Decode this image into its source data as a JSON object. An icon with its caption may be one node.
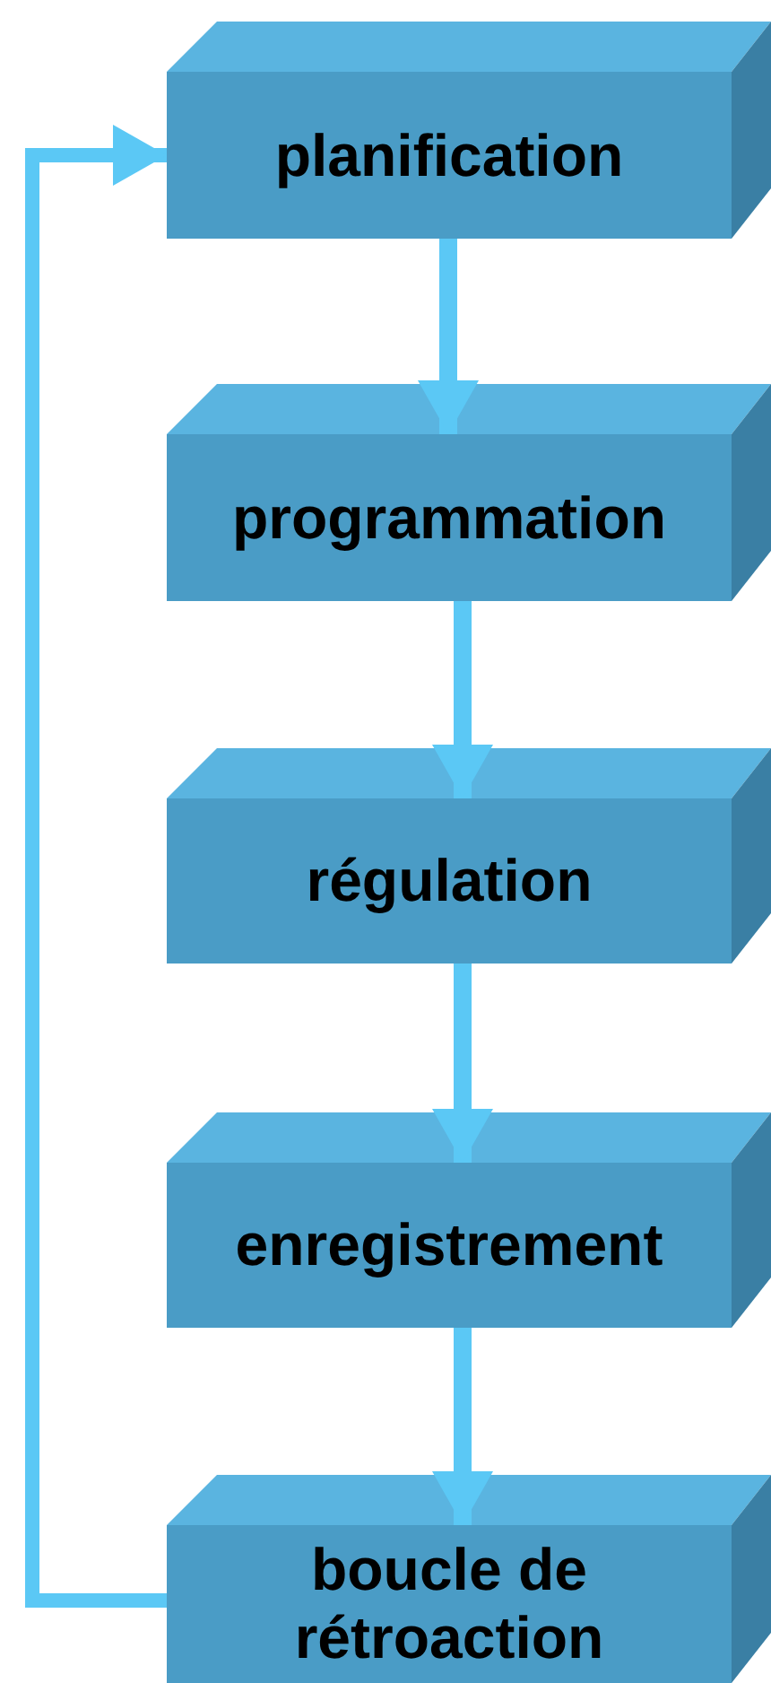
{
  "diagram": {
    "nodes": [
      {
        "text": [
          "planification"
        ]
      },
      {
        "text": [
          "programmation"
        ]
      },
      {
        "text": [
          "régulation"
        ]
      },
      {
        "text": [
          "enregistrement"
        ]
      },
      {
        "text": [
          "boucle de rétroaction"
        ]
      }
    ],
    "edges": [
      {
        "from": 0,
        "to": 1,
        "arrow": "to"
      },
      {
        "from": 1,
        "to": 2,
        "arrow": "to"
      },
      {
        "from": 2,
        "to": 3,
        "arrow": "to"
      },
      {
        "from": 3,
        "to": 4,
        "arrow": "to"
      },
      {
        "from": 4,
        "to": 0,
        "arrow": "to"
      }
    ]
  }
}
